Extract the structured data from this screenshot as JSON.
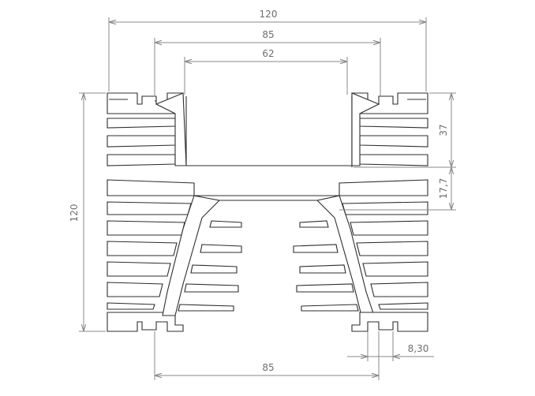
{
  "dimensions": {
    "top_overall_width": "120",
    "top_mid_width": "85",
    "cavity_width": "62",
    "left_height": "120",
    "right_upper_height": "37",
    "right_lower_height": "17,7",
    "bottom_width": "85",
    "slot_width": "8,30"
  },
  "colors": {
    "outline": "#2e2e2e",
    "dimension": "#8a8a8a",
    "text": "#6e6e6e",
    "background": "#ffffff"
  }
}
